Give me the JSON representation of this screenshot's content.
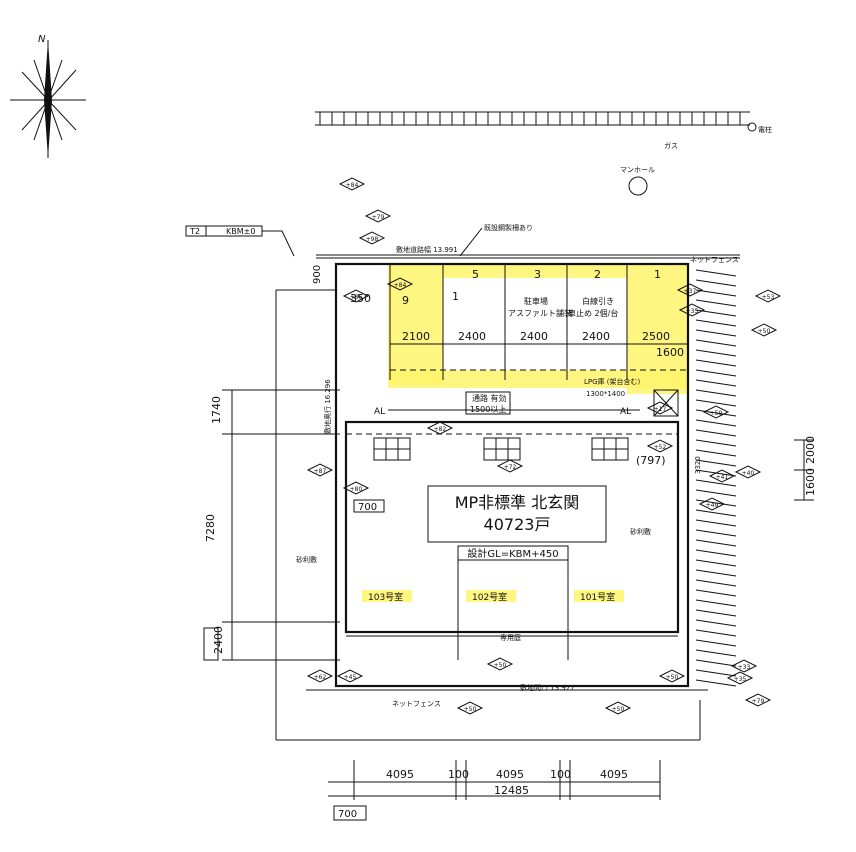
{
  "compass": {
    "north_label": "N"
  },
  "top_labels": {
    "gas": "ガス",
    "pole": "電柱",
    "manhole": "マンホール",
    "kbm": "KBM±0",
    "kbm_box": "T2",
    "boundary_note": "既設鋼製柵あり",
    "frontage": "敷地道路幅 13.991",
    "net_fence_top": "ネットフェンス"
  },
  "parking": {
    "numbers": [
      "9",
      "1",
      "5",
      "3",
      "2",
      "1"
    ],
    "notes": [
      "駐車場",
      "アスファルト舗装",
      "白線引き",
      "車止め 2個/台"
    ],
    "widths": [
      "2100",
      "2400",
      "2400",
      "2400",
      "2500"
    ],
    "dim_1600": "1600",
    "dim_350": "350",
    "dim_900": "900",
    "lpg": "LPG庫 (架台含む)",
    "lpg_size": "1300*1400",
    "aisle": "通路 有効",
    "aisle_w": "1500以上"
  },
  "building": {
    "title": "MP非標準 北玄関",
    "subtitle": "40723戸",
    "gl": "設計GL=KBM+450",
    "units": [
      "103号室",
      "102号室",
      "101号室"
    ],
    "al": "AL",
    "dim_797": "(797)",
    "dim_700": "700",
    "garden": "専用庭",
    "gravel": "砂利敷"
  },
  "left_dims": [
    "1740",
    "7280",
    "2400"
  ],
  "right_dims": [
    "2000",
    "1600"
  ],
  "right_notes": [
    "砂利敷",
    "3320"
  ],
  "site_depth": "敷地奥行 16.296",
  "bottom": {
    "net_fence": "ネットフェンス",
    "frontage": "敷地間口 13.977",
    "dims": [
      "4095",
      "100",
      "4095",
      "100",
      "4095"
    ],
    "total": "12485",
    "dim_700": "700"
  },
  "level_marks": [
    "+84",
    "+98",
    "+79",
    "+84",
    "+86",
    "+37",
    "+35",
    "+53",
    "+50",
    "+59",
    "+87",
    "+80",
    "+72",
    "+82",
    "+17",
    "+52",
    "+41",
    "+40",
    "+49",
    "+33",
    "+79",
    "+35",
    "+62",
    "+45",
    "+50",
    "+50",
    "+50",
    "+50"
  ]
}
